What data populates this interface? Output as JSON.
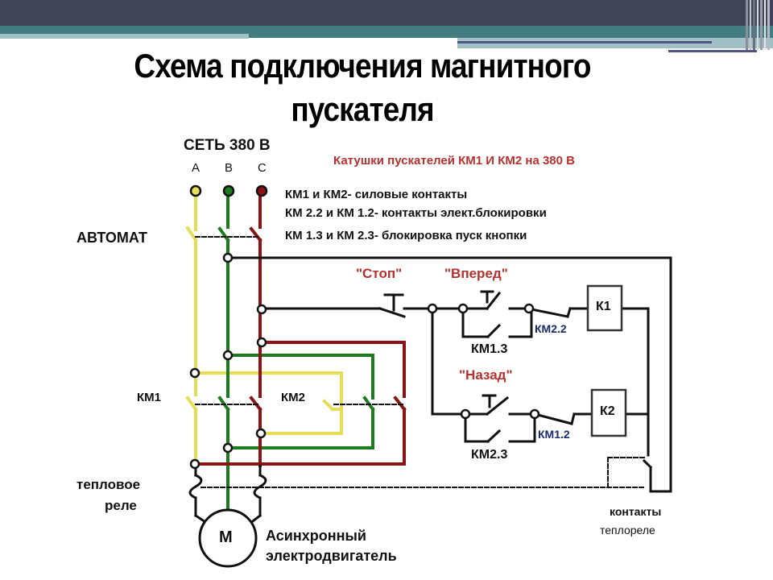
{
  "slide": {
    "title_line1": "Схема подключения магнитного",
    "title_line2": "пускателя",
    "theme_colors": {
      "top_band": "#414357",
      "teal_band": "#437d82",
      "light_band": "#a0c0c4",
      "accent_line": "#4f5587"
    }
  },
  "diagram": {
    "network_label": "СЕТЬ 380 В",
    "phases": [
      {
        "label": "A",
        "color": "#e8e05a"
      },
      {
        "label": "B",
        "color": "#1f7a1f"
      },
      {
        "label": "C",
        "color": "#8a1414"
      }
    ],
    "coil_note": "Катушки пускателей КМ1 И КМ2 на 380 В",
    "legend": [
      "КМ1 и КМ2- силовые контакты",
      "КМ 2.2 и КМ 1.2- контакты элект.блокировки",
      "КМ 1.3 и КМ 2.3- блокировка пуск кнопки"
    ],
    "breaker_label": "АВТОМАТ",
    "km1_label": "КМ1",
    "km2_label": "КМ2",
    "thermal_relay_label_line1": "тепловое",
    "thermal_relay_label_line2": "реле",
    "motor_symbol": "М",
    "motor_label_line1": "Асинхронный",
    "motor_label_line2": "электродвигатель",
    "buttons": {
      "stop": "\"Стоп\"",
      "forward": "\"Вперед\"",
      "back": "\"Назад\""
    },
    "contacts": {
      "km1_3": "КМ1.3",
      "km2_2": "КМ2.2",
      "km2_3": "КМ2.3",
      "km1_2": "КМ1.2"
    },
    "coils": {
      "k1": "К1",
      "k2": "К2"
    },
    "thermal_contacts_line1": "контакты",
    "thermal_contacts_line2": "теплореле"
  }
}
